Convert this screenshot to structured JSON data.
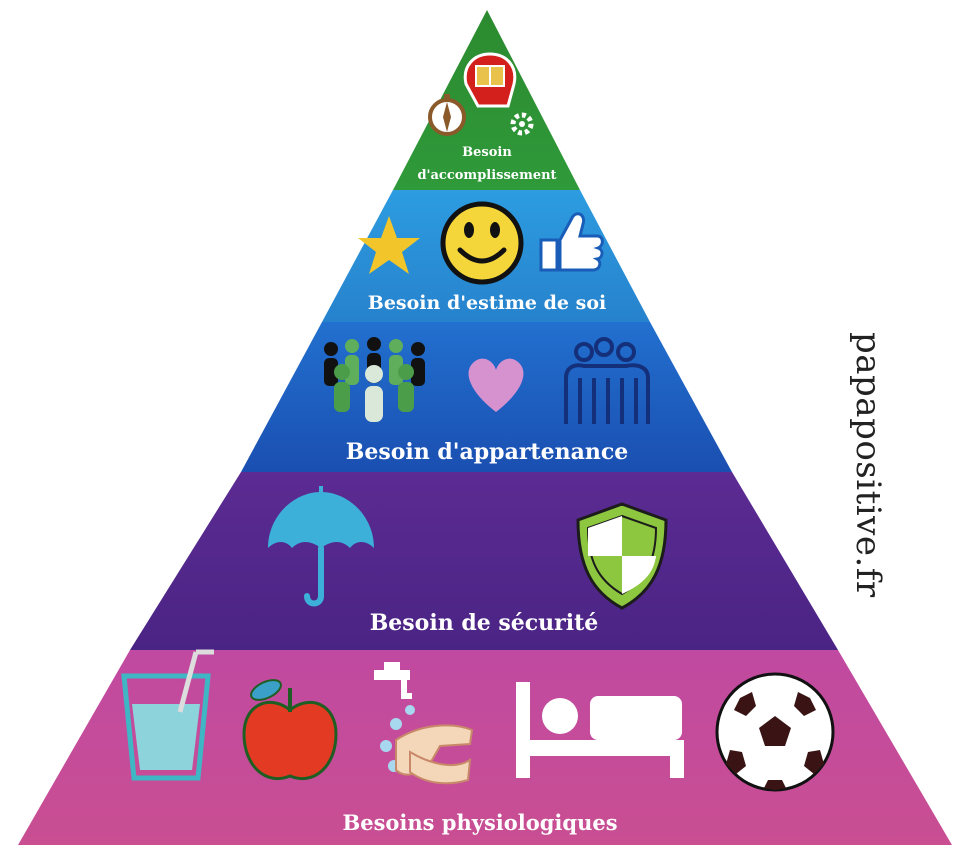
{
  "watermark": "papapositive.fr",
  "levels": [
    {
      "label_line1": "Besoin",
      "label_line2": "d'accomplissement",
      "color": "#2e8b34",
      "icons": [
        "brain-book-icon",
        "compass-icon",
        "gear-icon"
      ]
    },
    {
      "label": "Besoin d'estime de soi",
      "color": "#2a8fd6",
      "icons": [
        "star-icon",
        "smiley-icon",
        "thumbs-up-icon"
      ]
    },
    {
      "label": "Besoin d'appartenance",
      "color": "#1e62c2",
      "icons": [
        "crowd-icon",
        "heart-icon",
        "group-icon"
      ]
    },
    {
      "label": "Besoin de sécurité",
      "color": "#4f2a8c",
      "icons": [
        "umbrella-icon",
        "shield-icon"
      ]
    },
    {
      "label": "Besoins physiologiques",
      "color": "#c24b9c",
      "icons": [
        "glass-of-water-icon",
        "apple-icon",
        "hand-washing-icon",
        "bed-icon",
        "soccer-ball-icon"
      ]
    }
  ]
}
